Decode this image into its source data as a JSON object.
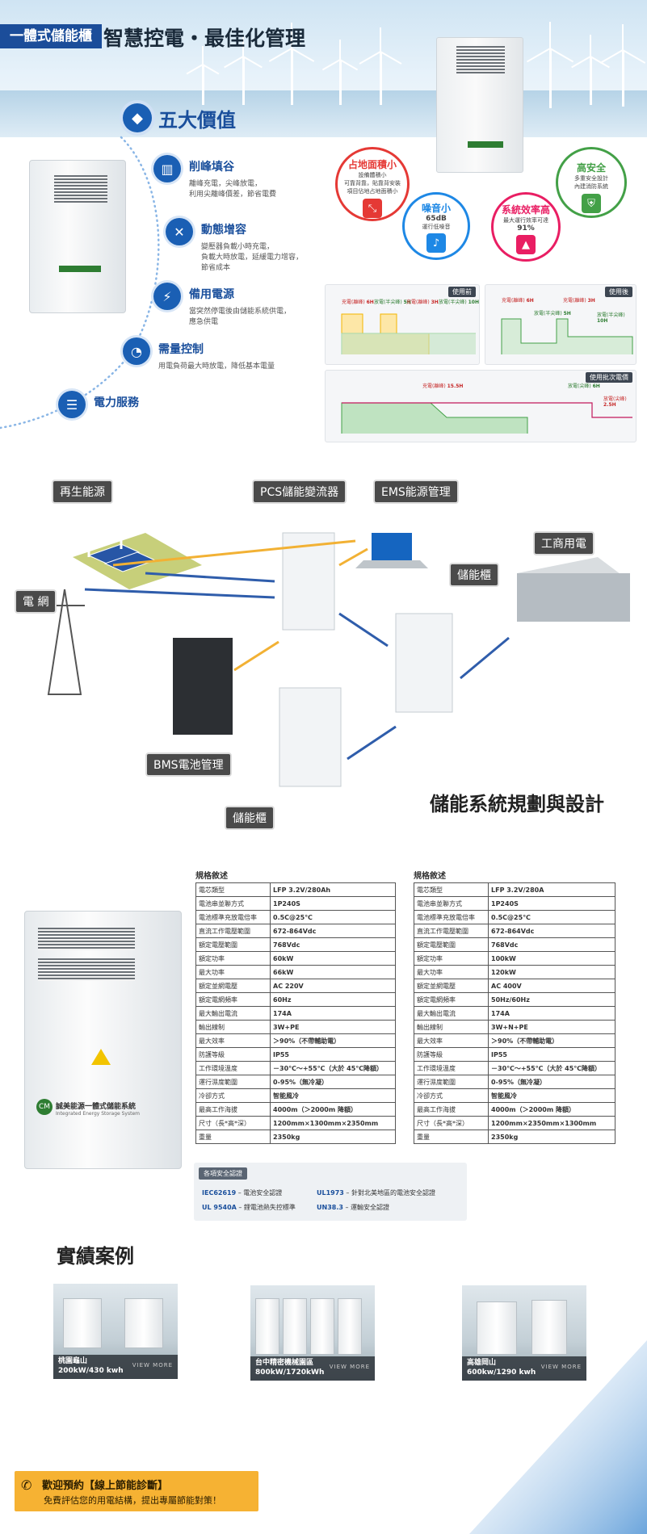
{
  "hero": {
    "tag": "一體式儲能櫃",
    "title": "智慧控電・最佳化管理"
  },
  "five_values": {
    "title": "五大價值",
    "items": [
      {
        "title": "削峰填谷",
        "desc": [
          "離峰充電，尖峰放電，",
          "利用尖離峰價差，節省電費"
        ]
      },
      {
        "title": "動態增容",
        "desc": [
          "變壓器負載小時充電，",
          "負載大時放電，延緩電力增容，",
          "節省成本"
        ]
      },
      {
        "title": "備用電源",
        "desc": [
          "當突然停電後由儲能系統供電，",
          "應急供電"
        ]
      },
      {
        "title": "需量控制",
        "desc": [
          "用電負荷最大時放電，降低基本電量"
        ]
      },
      {
        "title": "電力服務",
        "desc": []
      }
    ],
    "circles": [
      {
        "title": "占地面積小",
        "desc": [
          "設備體積小",
          "可靠背靠，貼靠背安裝",
          "項目佔地占地面積小"
        ]
      },
      {
        "title": "噪音小",
        "value": "65dB",
        "desc": [
          "運行低噪音"
        ]
      },
      {
        "title": "系統效率高",
        "desc": [
          "最大運行效率可達"
        ],
        "value": "91%"
      },
      {
        "title": "高安全",
        "desc": [
          "多重安全設計",
          "內建消防系統"
        ]
      }
    ]
  },
  "panels": {
    "before": {
      "tag": "使用前",
      "labels": [
        {
          "t": "充電(離峰)",
          "v": "6H"
        },
        {
          "t": "放電(半尖峰)",
          "v": "5H"
        },
        {
          "t": "充電(離峰)",
          "v": "3H"
        },
        {
          "t": "放電(半尖峰)",
          "v": "10H"
        }
      ]
    },
    "after": {
      "tag": "使用後",
      "labels": [
        {
          "t": "充電(離峰)",
          "v": "6H"
        },
        {
          "t": "放電(半尖峰)",
          "v": "5H"
        },
        {
          "t": "充電(離峰)",
          "v": "3H"
        },
        {
          "t": "放電(半尖峰)",
          "v": "10H"
        }
      ]
    },
    "batch": {
      "tag": "使用批次電價",
      "labels": [
        {
          "t": "充電(離峰)",
          "v": "15.5H"
        },
        {
          "t": "放電(尖峰)",
          "v": "6H"
        },
        {
          "t": "放電(尖峰)",
          "v": "2.5H"
        }
      ]
    }
  },
  "diagram": {
    "labels": {
      "renewable": "再生能源",
      "pcs": "PCS儲能變流器",
      "ems": "EMS能源管理",
      "commercial": "工商用電",
      "storage_top": "儲能櫃",
      "grid": "電 網",
      "bms": "BMS電池管理",
      "storage_bottom": "儲能櫃"
    },
    "title": "儲能系統規劃與設計"
  },
  "specs": {
    "cabinet_brand": "誠美能源一體式儲能系統",
    "cabinet_brand_en": "Integrated Energy Storage System",
    "left": {
      "caption": "規格敘述",
      "rows": [
        [
          "電芯類型",
          "LFP 3.2V/280Ah"
        ],
        [
          "電池串並聯方式",
          "1P240S"
        ],
        [
          "電池標準充放電倍率",
          "0.5C@25℃"
        ],
        [
          "直流工作電壓範圍",
          "672-864Vdc"
        ],
        [
          "額定電壓範圍",
          "768Vdc"
        ],
        [
          "額定功率",
          "60kW"
        ],
        [
          "最大功率",
          "66kW"
        ],
        [
          "額定並網電壓",
          "AC 220V"
        ],
        [
          "額定電網頻率",
          "60Hz"
        ],
        [
          "最大輸出電流",
          "174A"
        ],
        [
          "輸出線制",
          "3W+PE"
        ],
        [
          "最大效率",
          "＞90%（不帶輔助電）"
        ],
        [
          "防護等級",
          "IP55"
        ],
        [
          "工作環境溫度",
          "－30℃～+55℃（大於 45℃降額）"
        ],
        [
          "運行濕度範圍",
          "0-95%（無冷凝）"
        ],
        [
          "冷卻方式",
          "智能風冷"
        ],
        [
          "最高工作海拔",
          "4000m（＞2000m 降額）"
        ],
        [
          "尺寸（長*高*深）",
          "1200mm×1300mm×2350mm"
        ],
        [
          "重量",
          "2350kg"
        ]
      ]
    },
    "right": {
      "caption": "規格敘述",
      "rows": [
        [
          "電芯類型",
          "LFP 3.2V/280A"
        ],
        [
          "電池串並聯方式",
          "1P240S"
        ],
        [
          "電池標準充放電倍率",
          "0.5C@25℃"
        ],
        [
          "直流工作電壓範圍",
          "672-864Vdc"
        ],
        [
          "額定電壓範圍",
          "768Vdc"
        ],
        [
          "額定功率",
          "100kW"
        ],
        [
          "最大功率",
          "120kW"
        ],
        [
          "額定並網電壓",
          "AC 400V"
        ],
        [
          "額定電網頻率",
          "50Hz/60Hz"
        ],
        [
          "最大輸出電流",
          "174A"
        ],
        [
          "輸出線制",
          "3W+N+PE"
        ],
        [
          "最大效率",
          "＞90%（不帶輔助電）"
        ],
        [
          "防護等級",
          "IP55"
        ],
        [
          "工作環境溫度",
          "－30℃～+55℃（大於 45℃降額）"
        ],
        [
          "運行濕度範圍",
          "0-95%（無冷凝）"
        ],
        [
          "冷卻方式",
          "智能風冷"
        ],
        [
          "最高工作海拔",
          "4000m（＞2000m 降額）"
        ],
        [
          "尺寸（長*高*深）",
          "1200mm×2350mm×1300mm"
        ],
        [
          "重量",
          "2350kg"
        ]
      ]
    },
    "certs": {
      "header": "各項安全認證",
      "items": [
        {
          "code": "IEC62619",
          "desc": " – 電池安全認證"
        },
        {
          "code": "UL1973",
          "desc": " – 針對北美地區的電池安全認證"
        },
        {
          "code": "UL 9540A",
          "desc": " – 鋰電池熱失控標準"
        },
        {
          "code": "UN38.3",
          "desc": " – 運輸安全認證"
        }
      ]
    }
  },
  "cases": {
    "title": "實績案例",
    "view_more": "VIEW MORE",
    "items": [
      {
        "name": "桃園龜山",
        "spec": "200kW/430 kwh"
      },
      {
        "name": "台中精密機械園區",
        "spec": "800kW/1720kWh"
      },
      {
        "name": "高雄岡山",
        "spec": "600kw/1290 kwh"
      }
    ]
  },
  "cta": {
    "line1": "歡迎預約【線上節能診斷】",
    "line2": "免費評估您的用電結構，提出專屬節能對策！"
  },
  "colors": {
    "brand_blue": "#1a5fb4",
    "tag_navy": "#1b4d9a",
    "cta_orange": "#f6b233",
    "red": "#e53935",
    "pink": "#e91e63",
    "green": "#43a047"
  }
}
